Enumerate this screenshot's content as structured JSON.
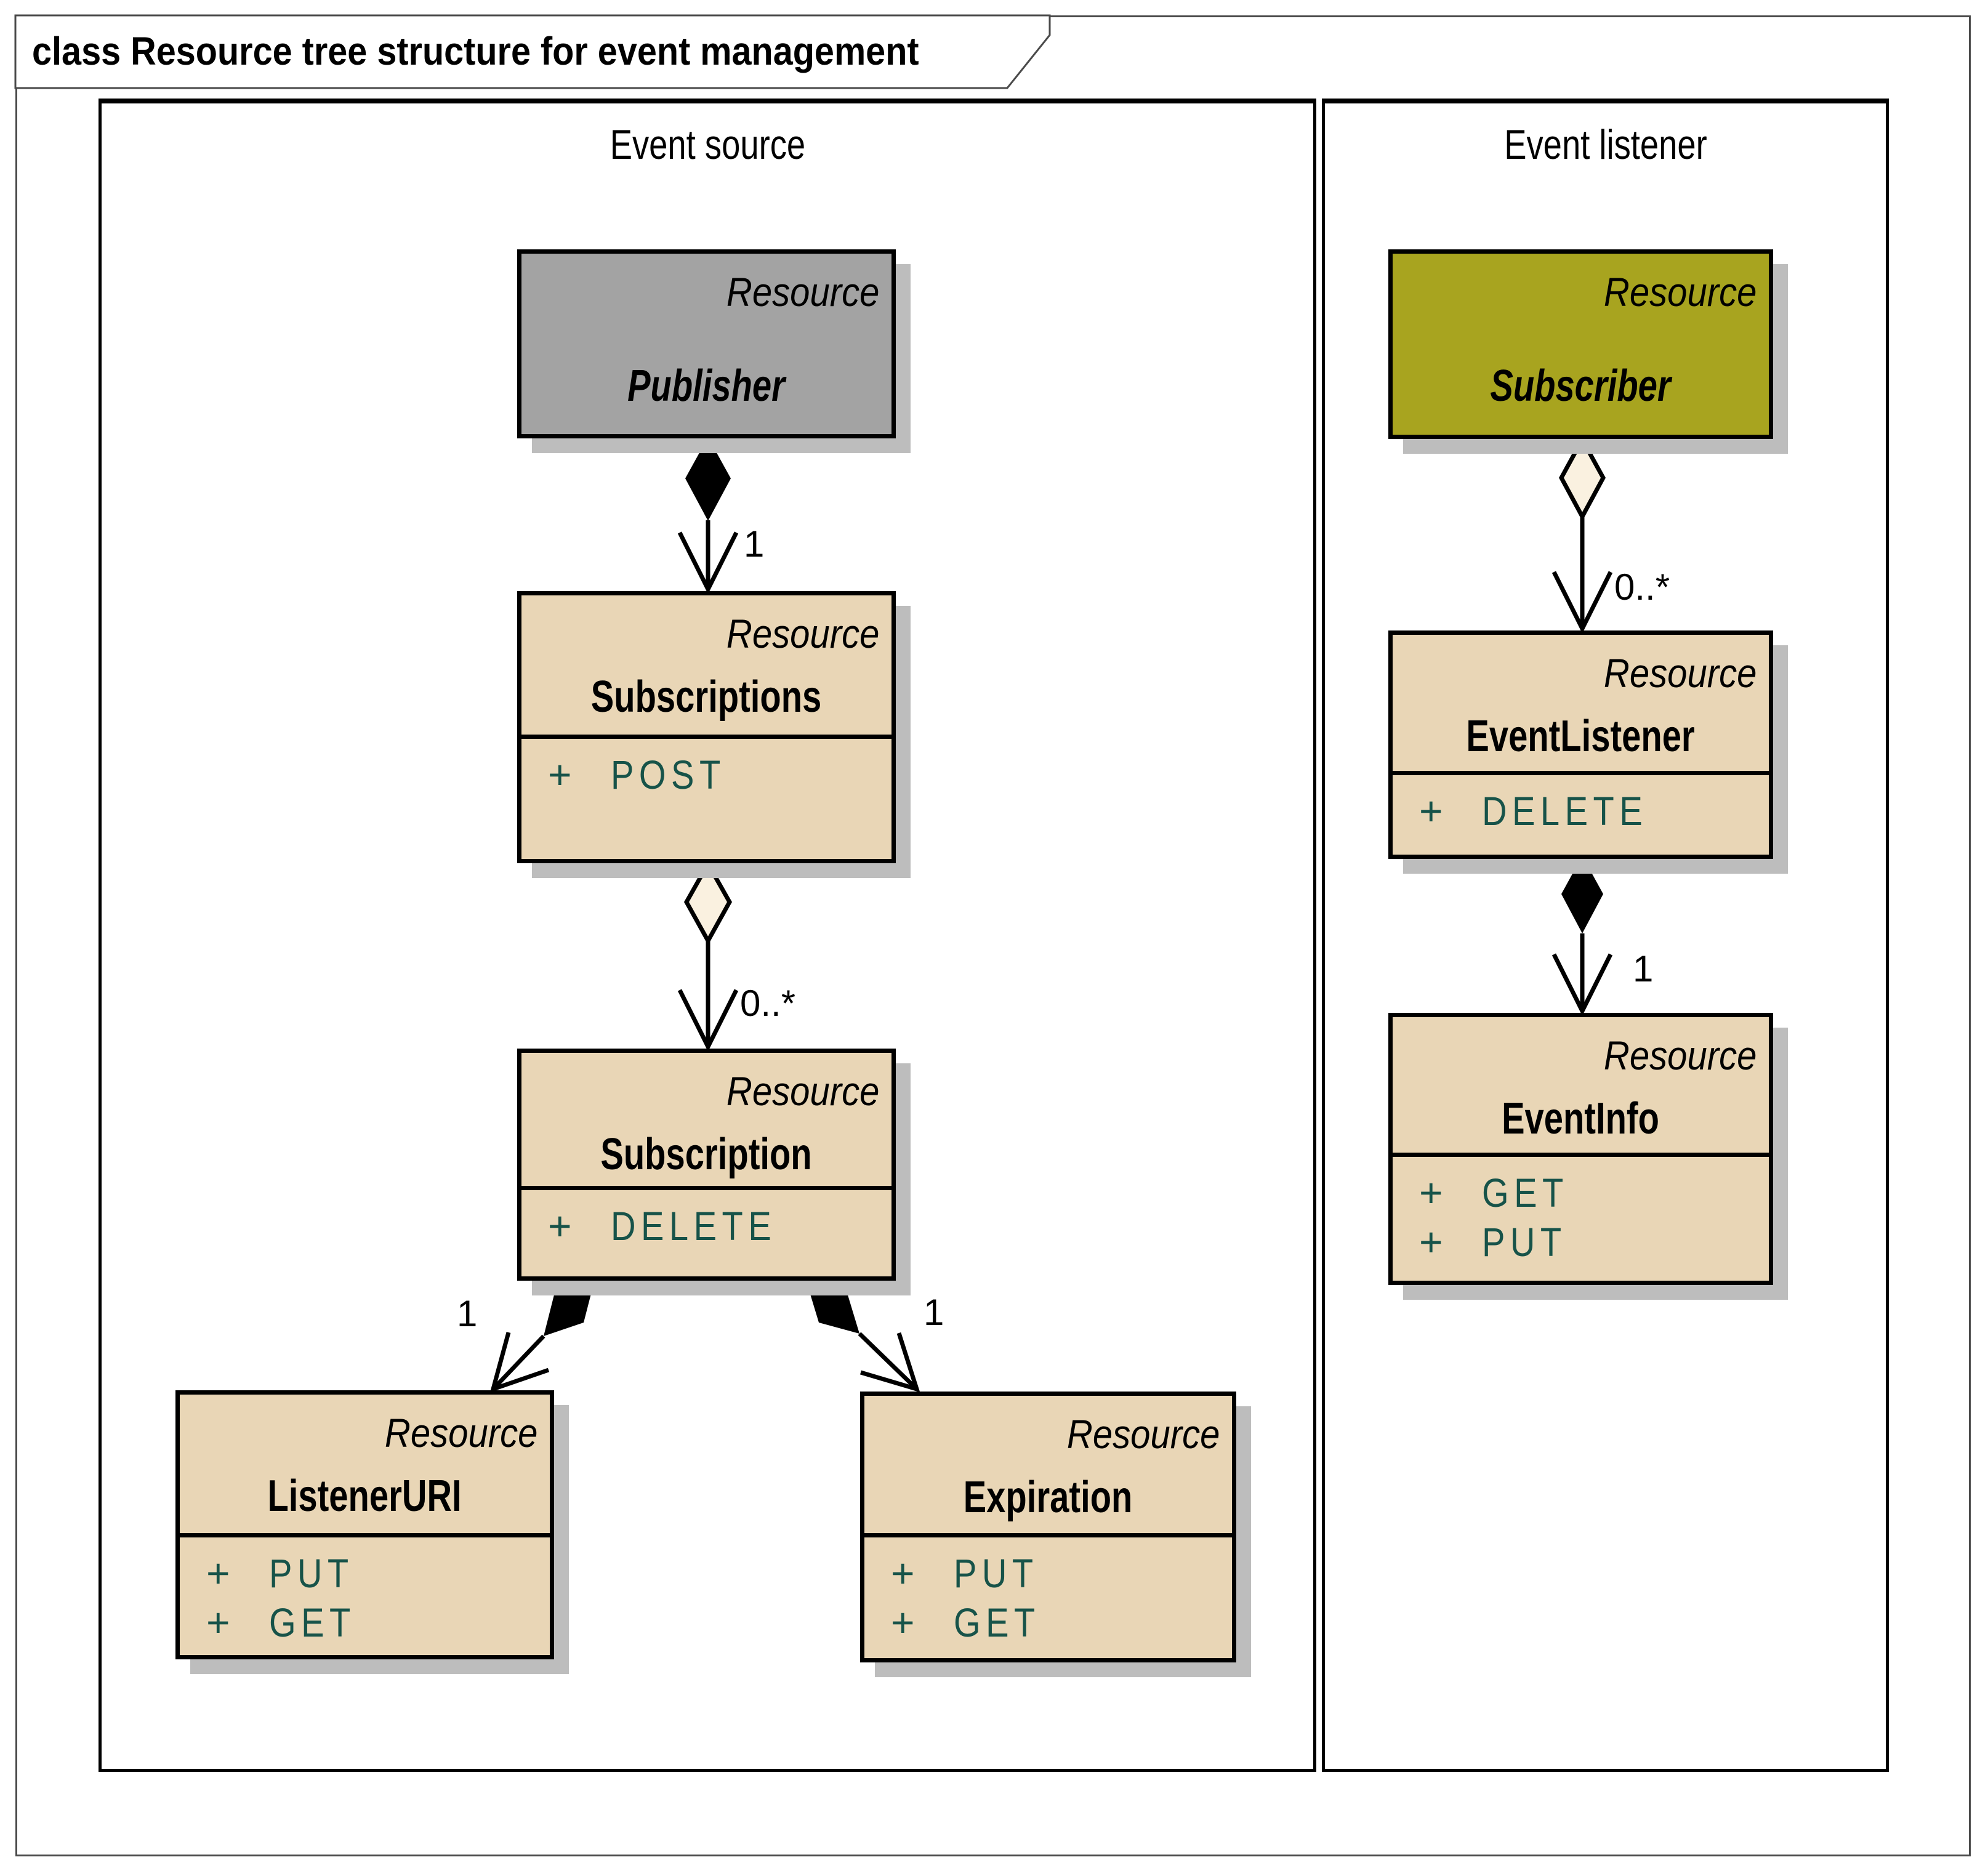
{
  "title": "class Resource tree structure for event management",
  "frames": {
    "source": {
      "label": "Event source"
    },
    "listener": {
      "label": "Event listener"
    }
  },
  "classes": {
    "publisher": {
      "stereotype": "Resource",
      "name": "Publisher"
    },
    "subscriptions": {
      "stereotype": "Resource",
      "name": "Subscriptions",
      "operations": [
        {
          "visibility": "+",
          "name": "POST"
        }
      ]
    },
    "subscription": {
      "stereotype": "Resource",
      "name": "Subscription",
      "operations": [
        {
          "visibility": "+",
          "name": "DELETE"
        }
      ]
    },
    "listener_uri": {
      "stereotype": "Resource",
      "name": "ListenerURI",
      "operations": [
        {
          "visibility": "+",
          "name": "PUT"
        },
        {
          "visibility": "+",
          "name": "GET"
        }
      ]
    },
    "expiration": {
      "stereotype": "Resource",
      "name": "Expiration",
      "operations": [
        {
          "visibility": "+",
          "name": "PUT"
        },
        {
          "visibility": "+",
          "name": "GET"
        }
      ]
    },
    "subscriber": {
      "stereotype": "Resource",
      "name": "Subscriber"
    },
    "event_listener": {
      "stereotype": "Resource",
      "name": "EventListener",
      "operations": [
        {
          "visibility": "+",
          "name": "DELETE"
        }
      ]
    },
    "event_info": {
      "stereotype": "Resource",
      "name": "EventInfo",
      "operations": [
        {
          "visibility": "+",
          "name": "GET"
        },
        {
          "visibility": "+",
          "name": "PUT"
        }
      ]
    }
  },
  "multiplicities": {
    "publisher_to_subscriptions": "1",
    "subscriptions_to_subscription": "0..*",
    "subscription_to_listener_uri": "1",
    "subscription_to_expiration": "1",
    "subscriber_to_event_listener": "0..*",
    "event_listener_to_event_info": "1"
  },
  "colors": {
    "class_fill": "#e9d6b6",
    "publisher_fill": "#a3a3a3",
    "subscriber_fill": "#a8a41f",
    "operation_text": "#175349",
    "shadow": "#bdbdbd",
    "aggregation_diamond_fill": "#faf1e0",
    "border": "#000000"
  }
}
